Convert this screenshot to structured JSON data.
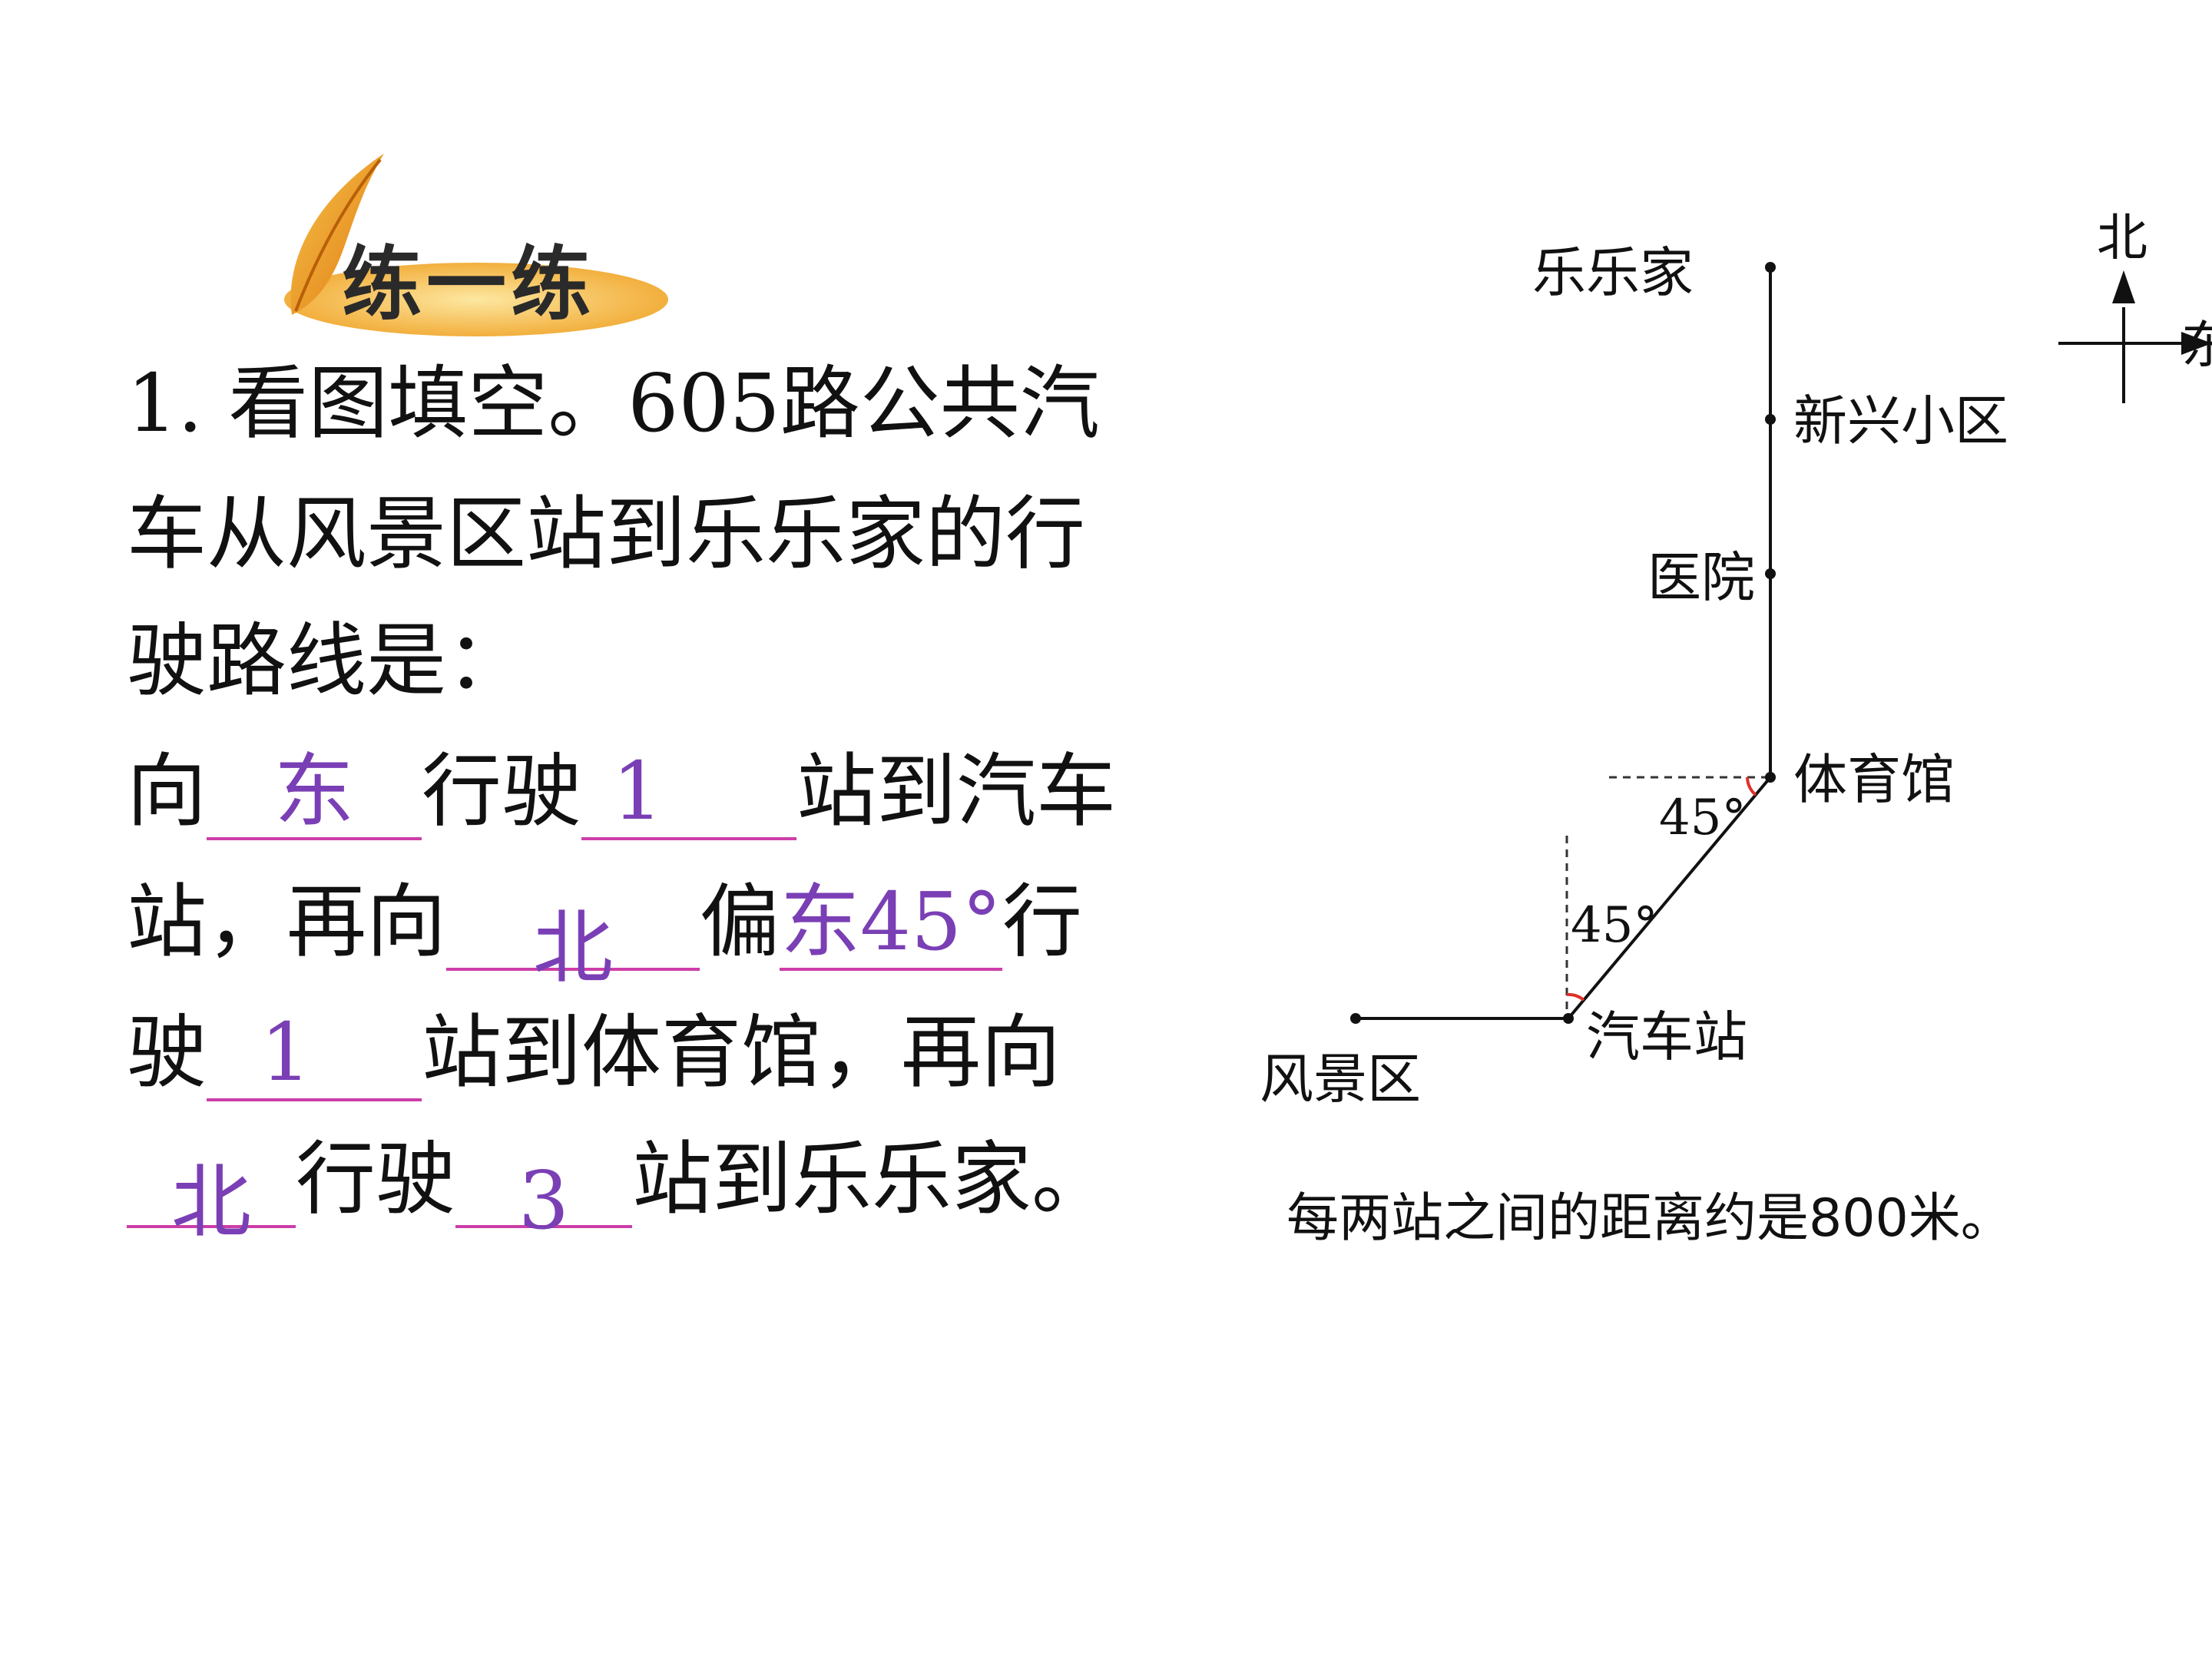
{
  "header": {
    "title": "练一练"
  },
  "problem": {
    "line1": "1. 看图填空。605路公共汽",
    "line2": "车从风景区站到乐乐家的行",
    "line3": "驶路线是：",
    "l4_a": "向",
    "l4_ans1": "东",
    "l4_b": "行驶",
    "l4_ans2": "1",
    "l4_c": "站到汽车",
    "l5_a": "站，再向",
    "l5_ans1": "北",
    "l5_b": "偏",
    "l5_ans2": "东45°",
    "l5_c": "行",
    "l6_a": "驶",
    "l6_ans1": "1",
    "l6_b": "站到体育馆，再向",
    "l7_ans1": "北",
    "l7_a": "行驶",
    "l7_ans2": "3",
    "l7_b": "站到乐乐家。"
  },
  "map": {
    "stations": {
      "lele_home": "乐乐家",
      "xinxing": "新兴小区",
      "hospital": "医院",
      "gym": "体育馆",
      "bus_station": "汽车站",
      "scenic": "风景区"
    },
    "angle_upper": "45°",
    "angle_lower": "45°",
    "compass_north": "北",
    "compass_east": "东",
    "note": "每两站之间的距离约是800米。"
  },
  "colors": {
    "answer": "#7a3fb5",
    "underline": "#cc3ea8",
    "angle_arc": "#e0302a"
  }
}
